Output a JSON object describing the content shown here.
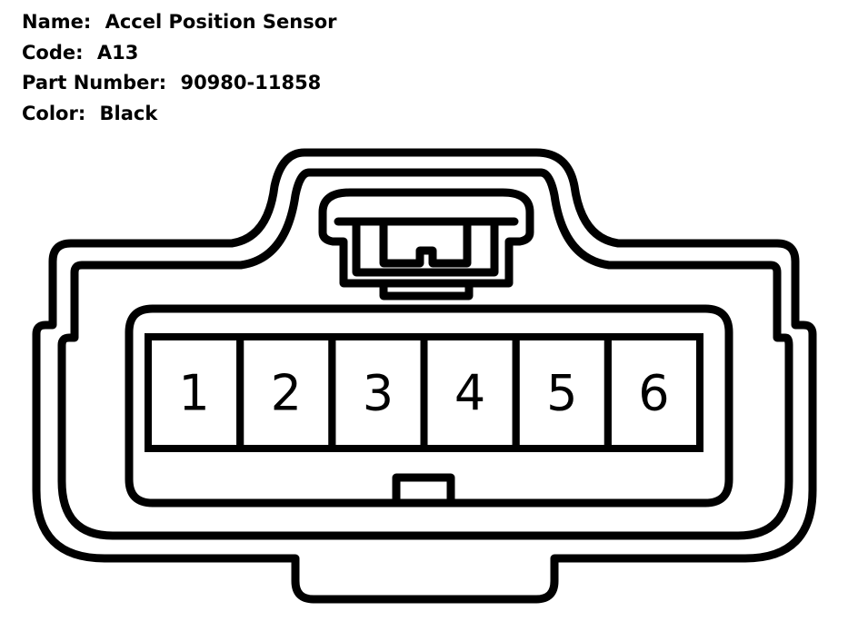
{
  "connector": {
    "name_label": "Name:",
    "name": "Accel Position Sensor",
    "code_label": "Code:",
    "code": "A13",
    "part_number_label": "Part Number:",
    "part_number": "90980-11858",
    "color_label": "Color:",
    "color": "Black"
  },
  "pins": [
    "1",
    "2",
    "3",
    "4",
    "5",
    "6"
  ],
  "colors": {
    "line": "#000000",
    "background": "#ffffff"
  }
}
